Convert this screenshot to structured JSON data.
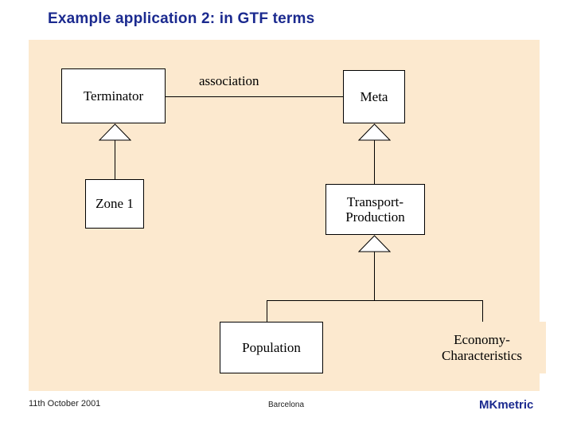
{
  "slide": {
    "title": "Example application 2: in GTF terms",
    "panel_color": "#fce9cf",
    "title_color": "#1b2a8f"
  },
  "diagram": {
    "association_label": "association",
    "nodes": [
      {
        "id": "terminator",
        "label": "Terminator"
      },
      {
        "id": "meta",
        "label": "Meta"
      },
      {
        "id": "zone1",
        "label": "Zone 1"
      },
      {
        "id": "transport-production",
        "label": "Transport-\nProduction"
      },
      {
        "id": "population",
        "label": "Population"
      },
      {
        "id": "economy-characteristics",
        "label": "Economy-\nCharacteristics"
      }
    ]
  },
  "footer": {
    "date": "11th October 2001",
    "place": "Barcelona",
    "brand": "MKmetric"
  }
}
